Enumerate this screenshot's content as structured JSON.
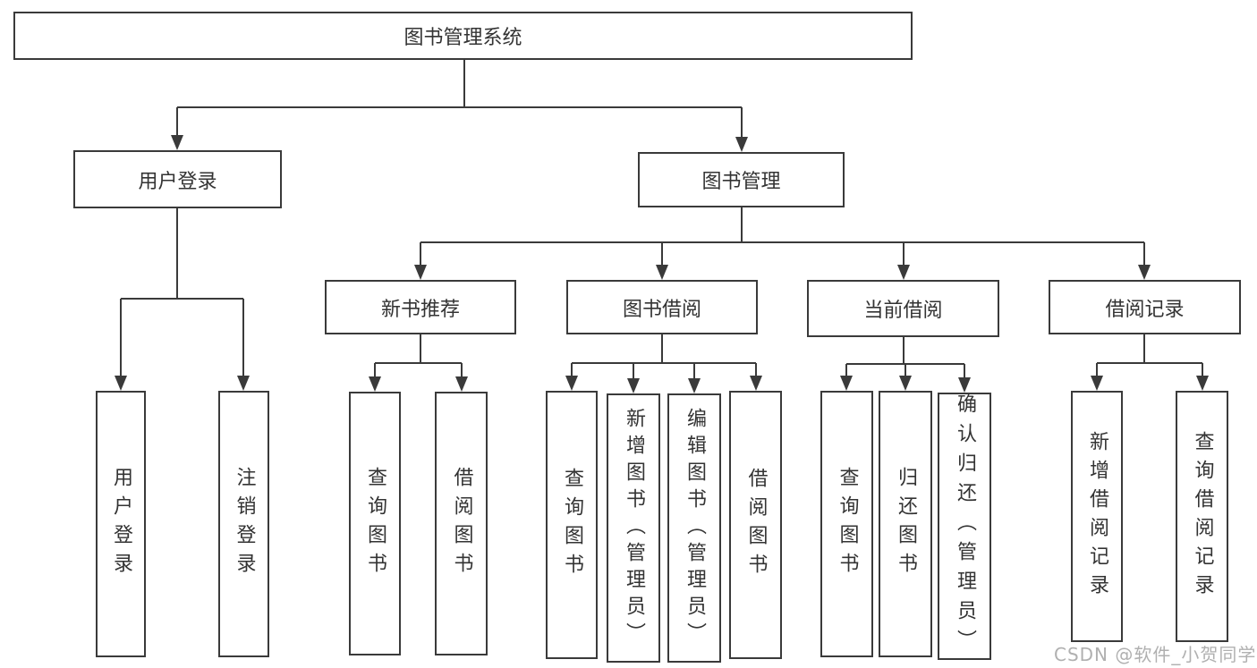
{
  "colors": {
    "line": "#3a3a3a",
    "text": "#333333",
    "watermark": "#b0b0b0",
    "background": "#ffffff"
  },
  "watermark": "CSDN @软件_小贺同学",
  "tree": {
    "root": {
      "label": "图书管理系统",
      "children": [
        {
          "label": "用户登录",
          "children": [
            {
              "label": "用户登录"
            },
            {
              "label": "注销登录"
            }
          ]
        },
        {
          "label": "图书管理",
          "children": [
            {
              "label": "新书推荐",
              "children": [
                {
                  "label": "查询图书"
                },
                {
                  "label": "借阅图书"
                }
              ]
            },
            {
              "label": "图书借阅",
              "children": [
                {
                  "label": "查询图书"
                },
                {
                  "label": "新增图书（管理员）"
                },
                {
                  "label": "编辑图书（管理员）"
                },
                {
                  "label": "借阅图书"
                }
              ]
            },
            {
              "label": "当前借阅",
              "children": [
                {
                  "label": "查询图书"
                },
                {
                  "label": "归还图书"
                },
                {
                  "label": "确认归还（管理员）"
                }
              ]
            },
            {
              "label": "借阅记录",
              "children": [
                {
                  "label": "新增借阅记录"
                },
                {
                  "label": "查询借阅记录"
                }
              ]
            }
          ]
        }
      ]
    }
  }
}
